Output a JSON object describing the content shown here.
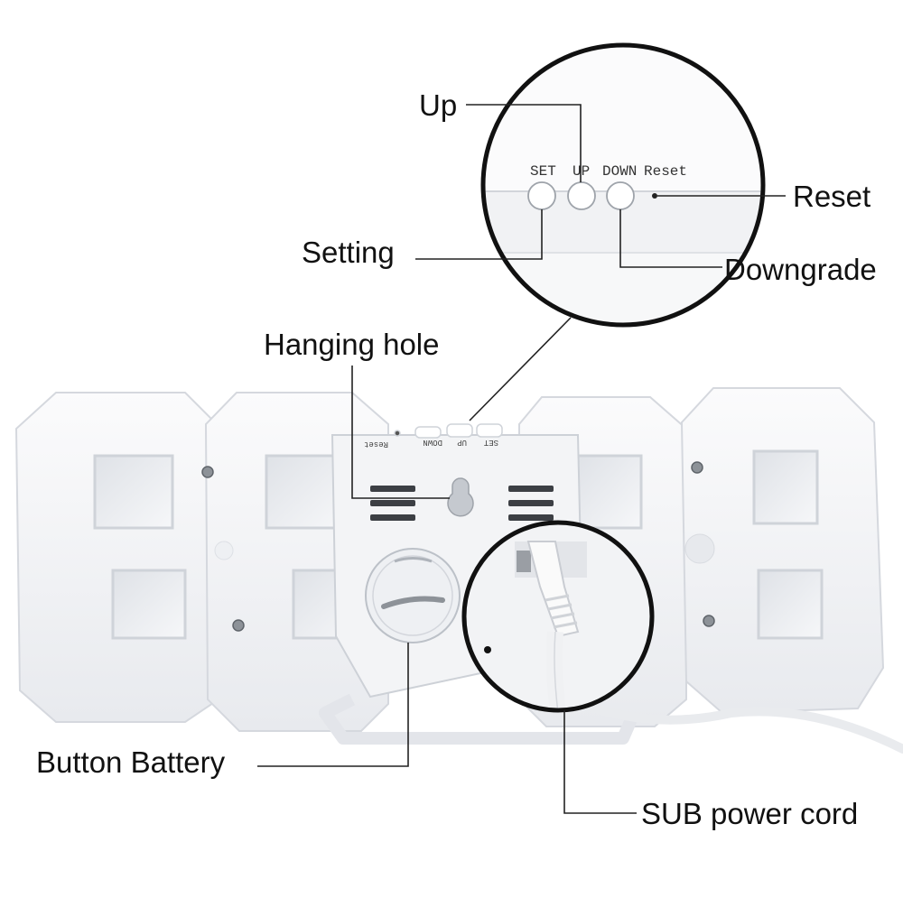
{
  "callouts": {
    "up": "Up",
    "reset": "Reset",
    "setting": "Setting",
    "downgrade": "Downgrade",
    "hanging_hole": "Hanging hole",
    "button_battery": "Button Battery",
    "sub_power_cord": "SUB power cord"
  },
  "zoom_panel": {
    "set_label": "SET",
    "up_label": "UP",
    "down_label": "DOWN",
    "reset_label": "Reset"
  },
  "back_plate_labels": {
    "set": "SET",
    "up": "UP",
    "down": "DOWN",
    "reset": "Reset"
  },
  "colors": {
    "plastic": "#f4f5f7",
    "shadow": "#d9dce1",
    "leader_line": "#222222",
    "text": "#111111"
  }
}
